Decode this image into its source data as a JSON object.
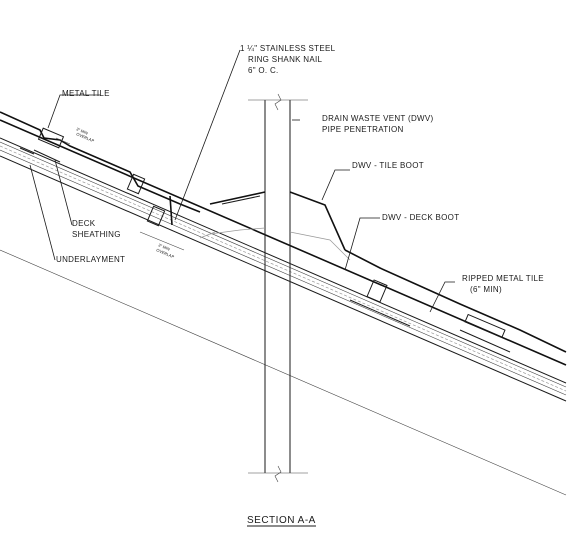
{
  "labels": {
    "nail": [
      "1 ¼\" STAINLESS STEEL",
      "RING SHANK NAIL",
      "6\" O. C."
    ],
    "metal_tile": "METAL TILE",
    "dwv_pipe": [
      "DRAIN WASTE VENT (DWV)",
      "PIPE PENETRATION"
    ],
    "tile_boot": "DWV - TILE BOOT",
    "deck_boot": "DWV - DECK BOOT",
    "deck_sheathing": [
      "DECK",
      "SHEATHING"
    ],
    "underlayment": "UNDERLAYMENT",
    "ripped_tile": [
      "RIPPED METAL TILE",
      "(6\" MIN)"
    ],
    "overlap_left": [
      "3\" MIN",
      "OVERLAP"
    ],
    "overlap_mid": [
      "3\" MIN",
      "OVERLAP"
    ]
  },
  "title": "SECTION A-A"
}
